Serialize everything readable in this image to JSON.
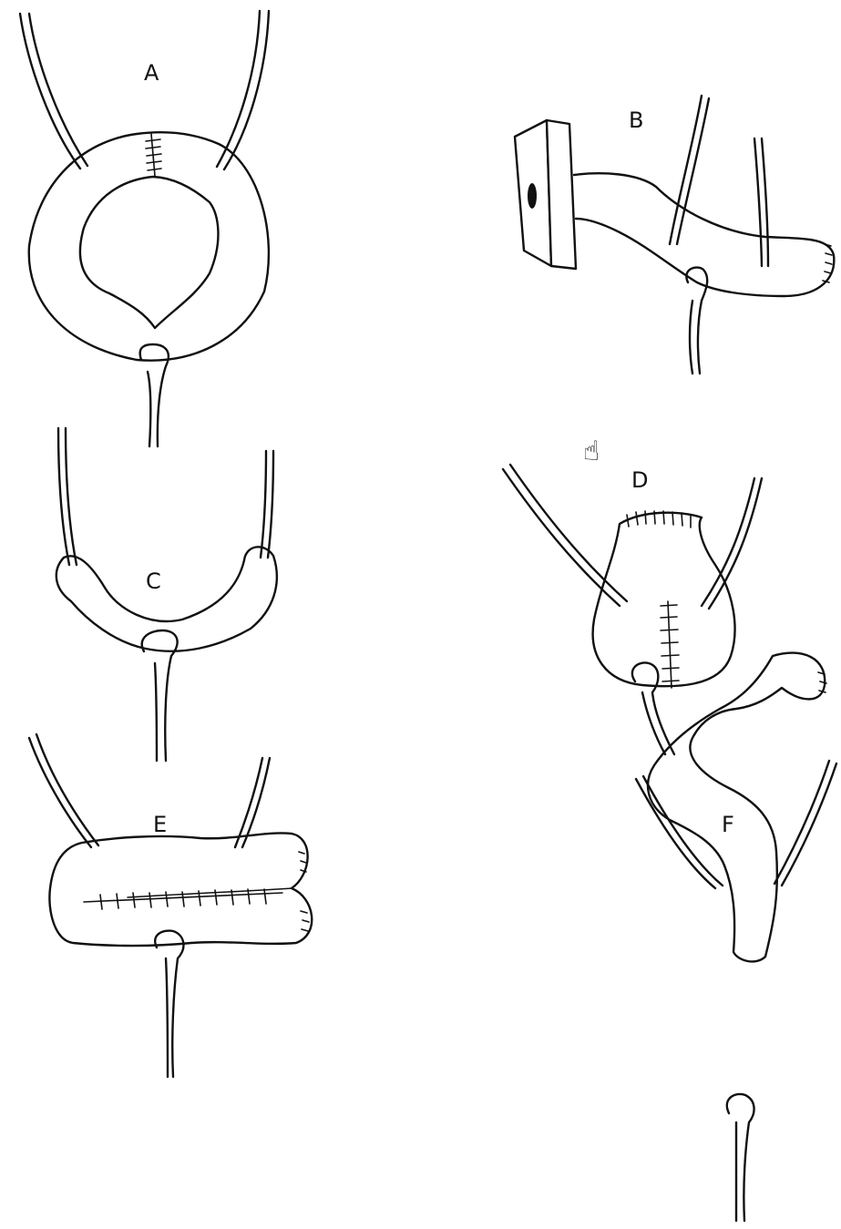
{
  "panels": [
    {
      "id": "A",
      "label": "A"
    },
    {
      "id": "B",
      "label": "B"
    },
    {
      "id": "C",
      "label": "C"
    },
    {
      "id": "D",
      "label": "D"
    },
    {
      "id": "E",
      "label": "E"
    },
    {
      "id": "F",
      "label": "F"
    }
  ],
  "cursor": {
    "icon": "hand-cursor-icon",
    "glyph": "☝"
  }
}
